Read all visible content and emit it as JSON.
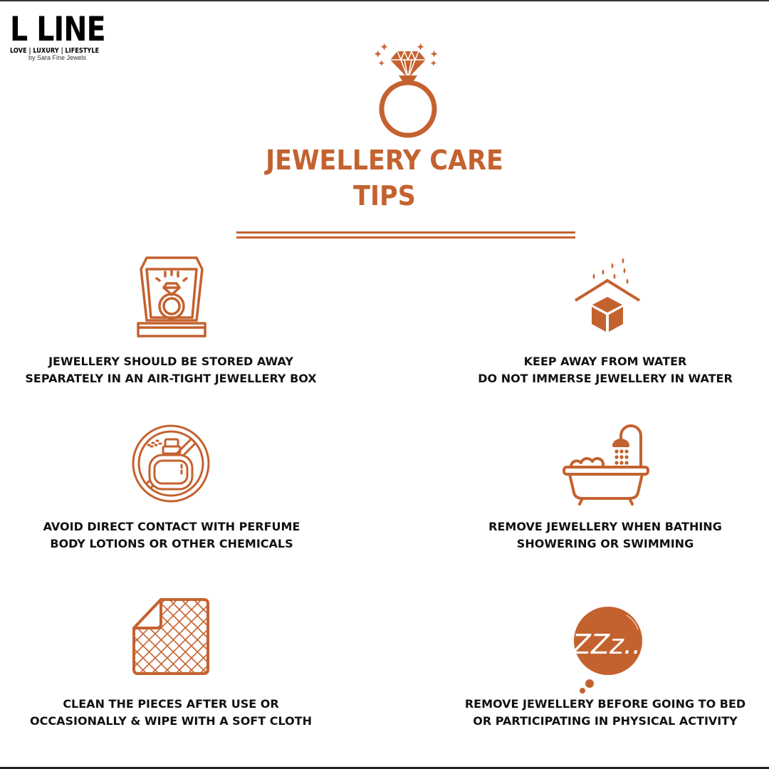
{
  "brand": {
    "name": "L LINE",
    "tagline": "LOVE | LUXURY | LIFESTYLE",
    "byline": "by Sara Fine Jewels"
  },
  "header": {
    "icon": "diamond-ring-icon",
    "title_line1": "JEWELLERY CARE",
    "title_line2": "TIPS"
  },
  "colors": {
    "accent": "#c4622f",
    "text": "#111111",
    "background": "#ffffff"
  },
  "tips": [
    {
      "icon": "jewellery-box-icon",
      "line1": "JEWELLERY SHOULD BE STORED AWAY",
      "line2": "SEPARATELY IN AN AIR-TIGHT JEWELLERY BOX"
    },
    {
      "icon": "rain-roof-box-icon",
      "line1": "KEEP AWAY FROM WATER",
      "line2": "DO NOT IMMERSE JEWELLERY IN WATER"
    },
    {
      "icon": "no-perfume-icon",
      "line1": "AVOID DIRECT CONTACT WITH PERFUME",
      "line2": "BODY LOTIONS OR OTHER CHEMICALS"
    },
    {
      "icon": "bathtub-shower-icon",
      "line1": "REMOVE JEWELLERY WHEN BATHING",
      "line2": "SHOWERING OR SWIMMING"
    },
    {
      "icon": "cloth-icon",
      "line1": "CLEAN THE PIECES AFTER USE OR",
      "line2": "OCCASIONALLY & WIPE WITH A SOFT CLOTH"
    },
    {
      "icon": "sleep-bubble-icon",
      "line1": "REMOVE JEWELLERY BEFORE GOING TO BED",
      "line2": "OR PARTICIPATING IN PHYSICAL ACTIVITY"
    }
  ],
  "sleep_bubble_text": "ZZz.."
}
